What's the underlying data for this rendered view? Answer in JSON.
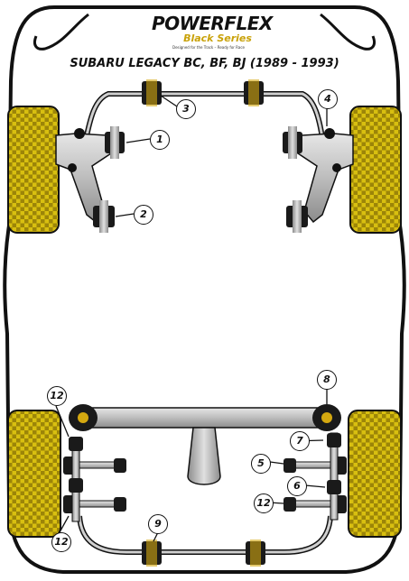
{
  "brand": {
    "name": "POWERFLEX",
    "series": "Black Series",
    "tagline": "Designed for the Track – Ready for Race",
    "accent_color": "#d4a810"
  },
  "model_title": "SUBARU LEGACY BC, BF, BJ (1989 - 1993)",
  "callouts": {
    "c1": "1",
    "c2": "2",
    "c3": "3",
    "c4": "4",
    "c5": "5",
    "c6": "6",
    "c7": "7",
    "c8": "8",
    "c9": "9",
    "c12a": "12",
    "c12b": "12",
    "c12c": "12"
  },
  "colors": {
    "tyre_fill": "#d8bf10",
    "bushing_fill": "#1a1a1a",
    "metal_fill": "#c8c8c8",
    "outline": "#111111"
  }
}
